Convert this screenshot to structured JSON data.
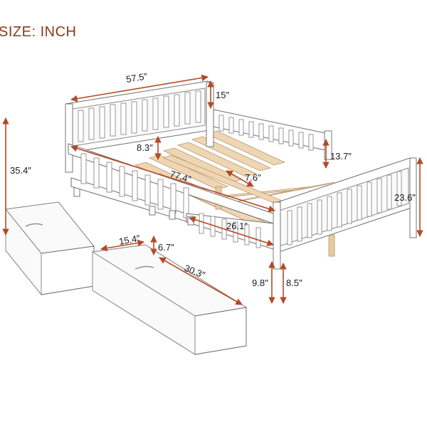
{
  "header": {
    "size_label": "SIZE: INCH"
  },
  "dimensions": {
    "headboard_width": "57.5″",
    "headboard_top": "15″",
    "guardrail_height": "8.3″",
    "overall_height": "35.4″",
    "mattress_length": "77.4″",
    "slat_gap": "7.6″",
    "side_rail_height": "13.7″",
    "footboard_height": "23.6″",
    "guardrail_length": "26.1″",
    "drawer_width": "15.4″",
    "drawer_height": "6.7″",
    "drawer_length": "30.3″",
    "clearance": "9.8″",
    "leg_height": "8.5″"
  },
  "colors": {
    "accent": "#b44a26",
    "title": "#8b3a1e",
    "slat_wood": "#efd6b2",
    "frame": "#ffffff"
  }
}
